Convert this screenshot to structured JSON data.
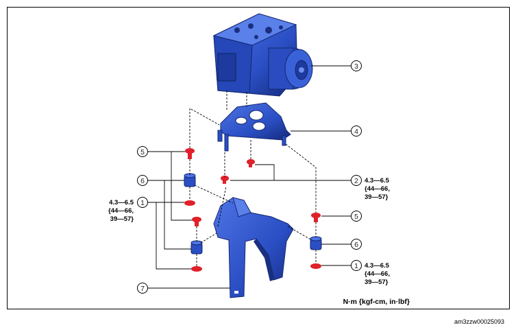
{
  "callouts": {
    "c1a": "1",
    "c1b": "1",
    "c2": "2",
    "c3": "3",
    "c4": "4",
    "c5a": "5",
    "c5b": "5",
    "c6a": "6",
    "c6b": "6",
    "c7": "7"
  },
  "torque_specs": {
    "left_1": [
      "4.3—6.5",
      "{44—66,",
      "39—57}"
    ],
    "right_2": [
      "4.3—6.5",
      "{44—66,",
      "39—57}"
    ],
    "right_1": [
      "4.3—6.5",
      "{44—66,",
      "39—57}"
    ]
  },
  "units_label": "N·m {kgf-cm, in·lbf}",
  "reference_code": "am3zzw00025093",
  "colors": {
    "part_blue": "#2a4fc4",
    "part_dark": "#1a2f80",
    "bolt_red": "#e0202a"
  }
}
